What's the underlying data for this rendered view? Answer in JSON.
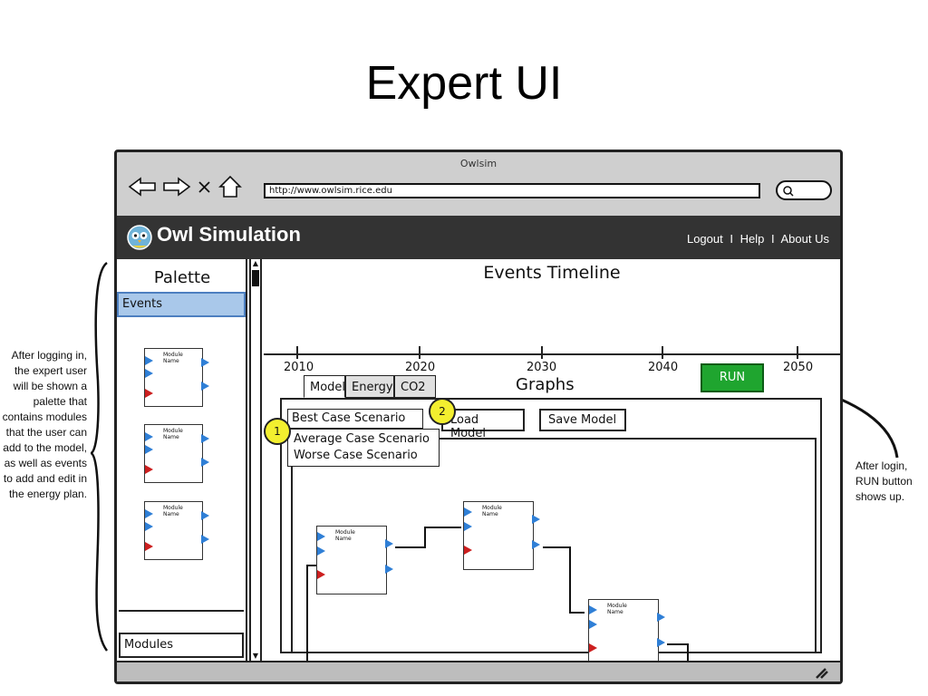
{
  "slide": {
    "title": "Expert UI"
  },
  "browser": {
    "window_title": "Owlsim",
    "url": "http://www.owlsim.rice.edu",
    "icons": [
      "back-arrow-icon",
      "forward-arrow-icon",
      "close-icon",
      "home-icon",
      "search-icon"
    ]
  },
  "app": {
    "name": "Owl Simulation",
    "links": [
      "Logout",
      "Help",
      "About Us"
    ],
    "link_separator": "I"
  },
  "palette": {
    "title": "Palette",
    "events_tab": "Events",
    "modules_tab": "Modules",
    "module_label": "Module Name"
  },
  "timeline": {
    "title": "Events Timeline",
    "years": [
      "2010",
      "2020",
      "2030",
      "2040",
      "2050"
    ]
  },
  "run_button": "RUN",
  "graphs": {
    "title": "Graphs",
    "tabs": [
      "Model",
      "Energy",
      "CO2"
    ],
    "scenario_selected": "Best Case Scenario",
    "scenario_options": [
      "Average Case Scenario",
      "Worse Case Scenario"
    ],
    "load_button": "Load Model",
    "save_button": "Save Model",
    "module_label": "Module Name"
  },
  "markers": [
    "1",
    "2"
  ],
  "annotations": {
    "left": "After logging in, the expert user will be shown a palette that contains modules that the user can add to the model, as well as events to add and edit in the energy plan.",
    "right": "After login, RUN button shows up."
  },
  "colors": {
    "header_bg": "#333333",
    "events_tab": "#a9c8ea",
    "run_button": "#1fa52f",
    "marker": "#f3ef2f",
    "port_blue": "#2f7fd6",
    "port_red": "#cc1f1f"
  }
}
